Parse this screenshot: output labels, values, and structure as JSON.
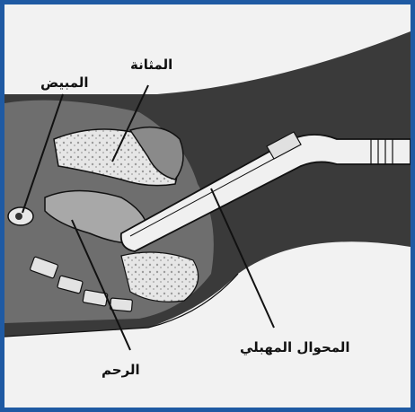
{
  "labels": {
    "bladder": "المثانة",
    "ovary": "المبيض",
    "uterus": "الرحم",
    "probe": "المحوال المهبلي"
  },
  "colors": {
    "frame": "#1f5aa3",
    "background": "#f2f2f2",
    "body_dark": "#3a3a3a",
    "tissue_mid": "#6e6e6e",
    "tissue_light": "#9a9a9a",
    "bone_light": "#e3e3e3",
    "outline": "#111111"
  }
}
